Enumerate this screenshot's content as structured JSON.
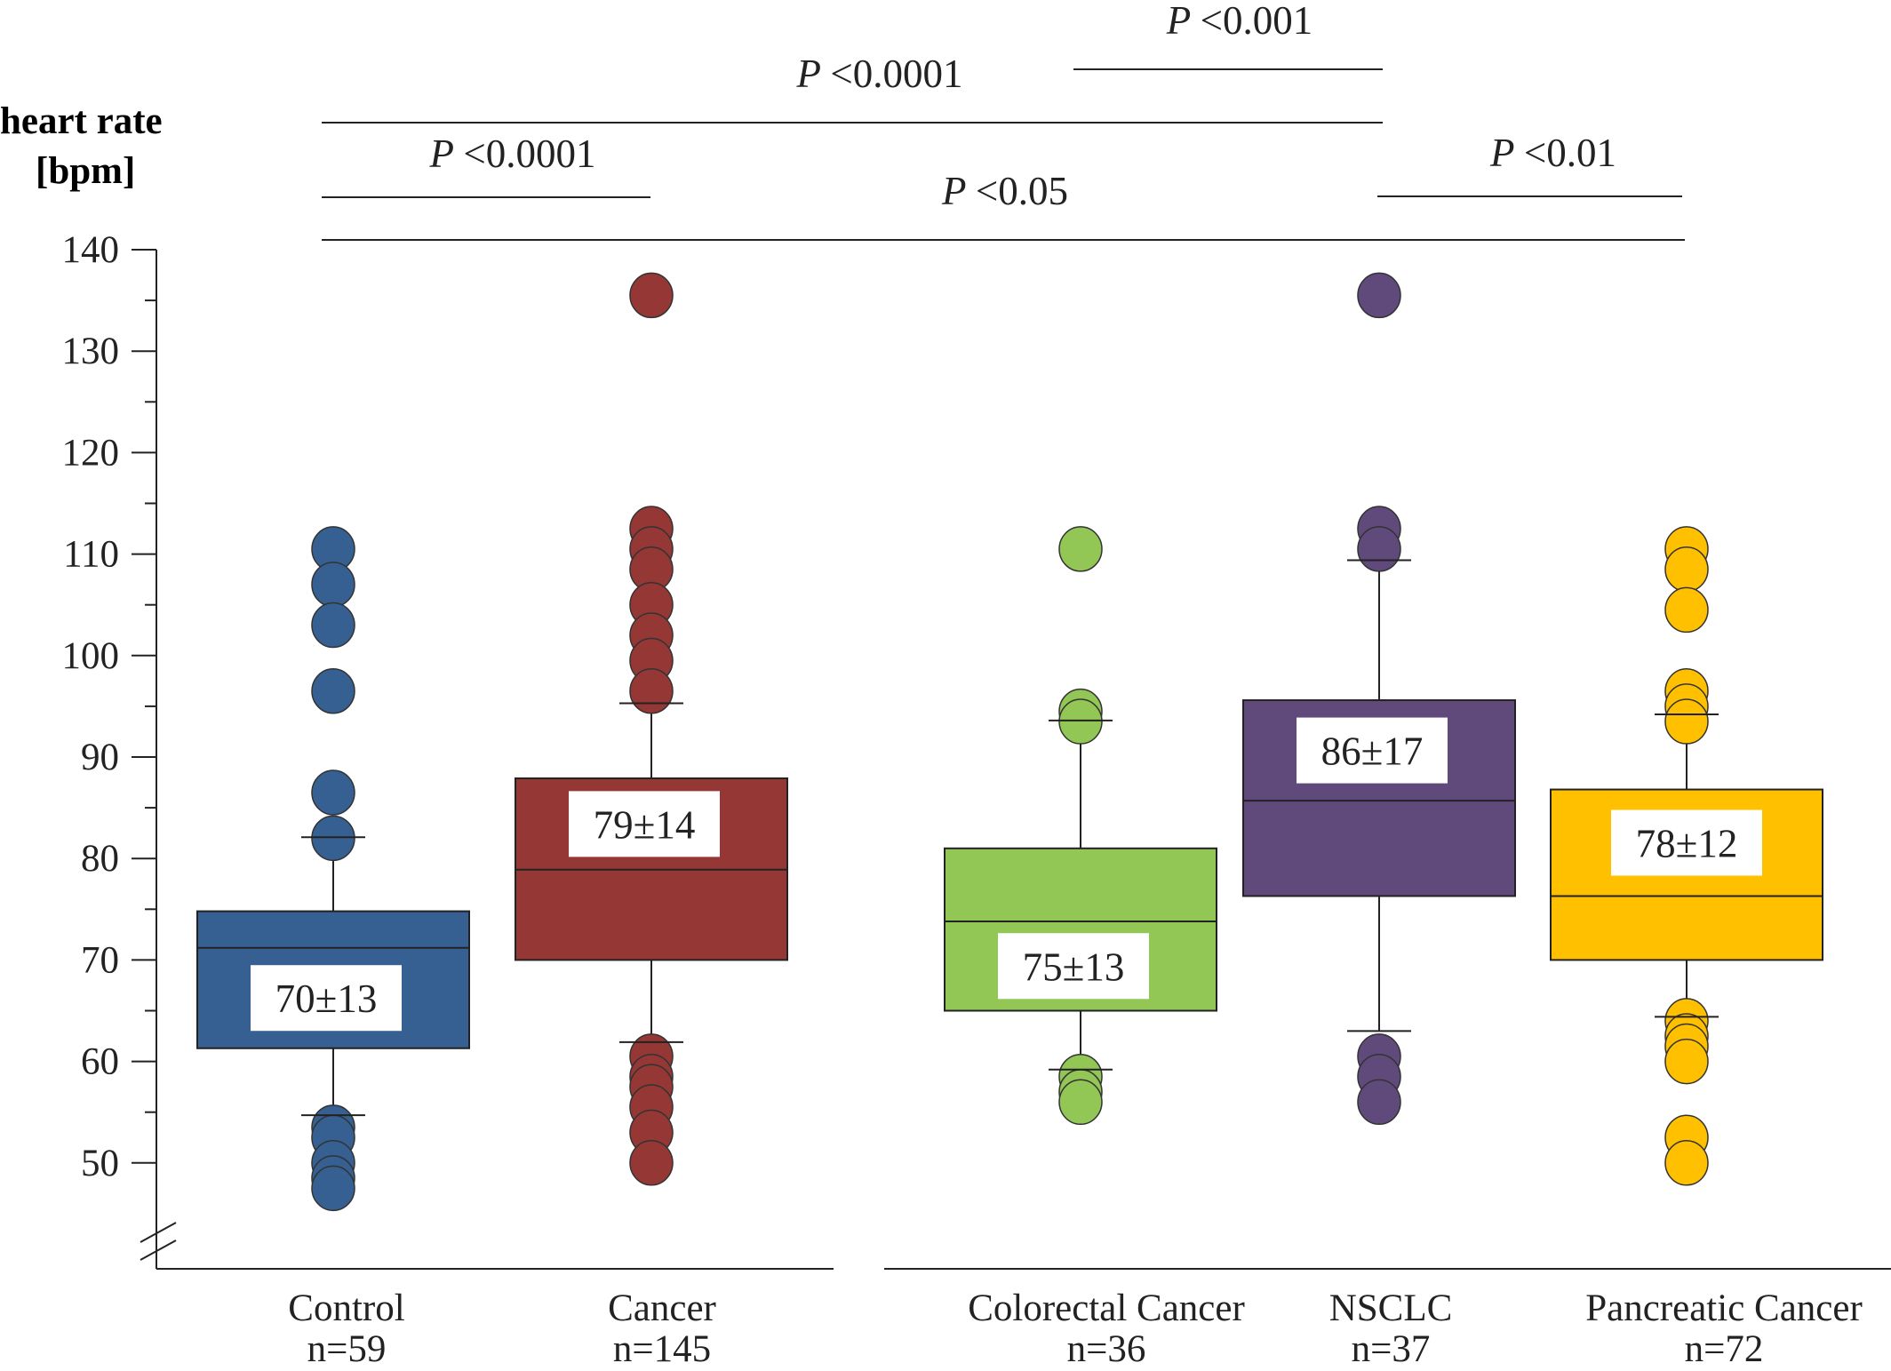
{
  "chart_data": {
    "type": "box",
    "ylabel_line1": "heart rate",
    "ylabel_line2": "[bpm]",
    "ylim": [
      40,
      140
    ],
    "yticks": [
      50,
      60,
      70,
      80,
      90,
      100,
      110,
      120,
      130,
      140
    ],
    "axis_break": true,
    "grid": false,
    "groups": [
      {
        "name": "Control",
        "n_label": "n=59",
        "color": "#366092",
        "q1": 61.3,
        "median": 71.2,
        "q3": 74.8,
        "whisker_low": 54.7,
        "whisker_high": 82.1,
        "label": "70±13",
        "outliers": [
          110.5,
          107,
          103,
          96.5,
          86.5,
          82,
          53.5,
          52.5,
          50,
          48.5,
          47.5
        ]
      },
      {
        "name": "Cancer",
        "n_label": "n=145",
        "color": "#953735",
        "q1": 70,
        "median": 78.9,
        "q3": 87.9,
        "whisker_low": 61.9,
        "whisker_high": 95.3,
        "label": "79±14",
        "outliers": [
          135.5,
          112.5,
          110.5,
          108.5,
          105,
          102,
          99.5,
          96.5,
          60.5,
          58.5,
          57.5,
          55.5,
          53,
          50
        ]
      },
      {
        "name": "Colorectal Cancer",
        "n_label": "n=36",
        "color": "#92c755",
        "q1": 65,
        "median": 73.8,
        "q3": 81,
        "whisker_low": 59.2,
        "whisker_high": 93.6,
        "label": "75±13",
        "outliers": [
          110.5,
          94.5,
          93.5,
          58.5,
          57,
          56
        ]
      },
      {
        "name": "NSCLC",
        "n_label": "n=37",
        "color": "#604a7b",
        "q1": 76.3,
        "median": 85.7,
        "q3": 95.6,
        "whisker_low": 63,
        "whisker_high": 109.4,
        "label": "86±17",
        "outliers": [
          135.5,
          112.5,
          110.5,
          60.5,
          58.5,
          56
        ]
      },
      {
        "name": "Pancreatic Cancer",
        "n_label": "n=72",
        "color": "#ffc000",
        "q1": 70,
        "median": 76.3,
        "q3": 86.8,
        "whisker_low": 64.4,
        "whisker_high": 94.2,
        "label": "78±12",
        "outliers": [
          110.5,
          108.5,
          104.5,
          96.5,
          95,
          93.5,
          64,
          62.5,
          61.5,
          60,
          52.5,
          50
        ]
      }
    ],
    "significance": [
      {
        "from": "Control",
        "to": "NSCLC",
        "label": "<0.0001"
      },
      {
        "from": "Colorectal Cancer",
        "to": "NSCLC",
        "label": "<0.001"
      },
      {
        "from": "Control",
        "to": "Cancer",
        "label": "<0.0001"
      },
      {
        "from": "Control",
        "to": "Pancreatic Cancer",
        "label": "<0.05"
      },
      {
        "from": "NSCLC",
        "to": "Pancreatic Cancer",
        "label": "<0.01"
      }
    ],
    "p_symbol": "P"
  }
}
